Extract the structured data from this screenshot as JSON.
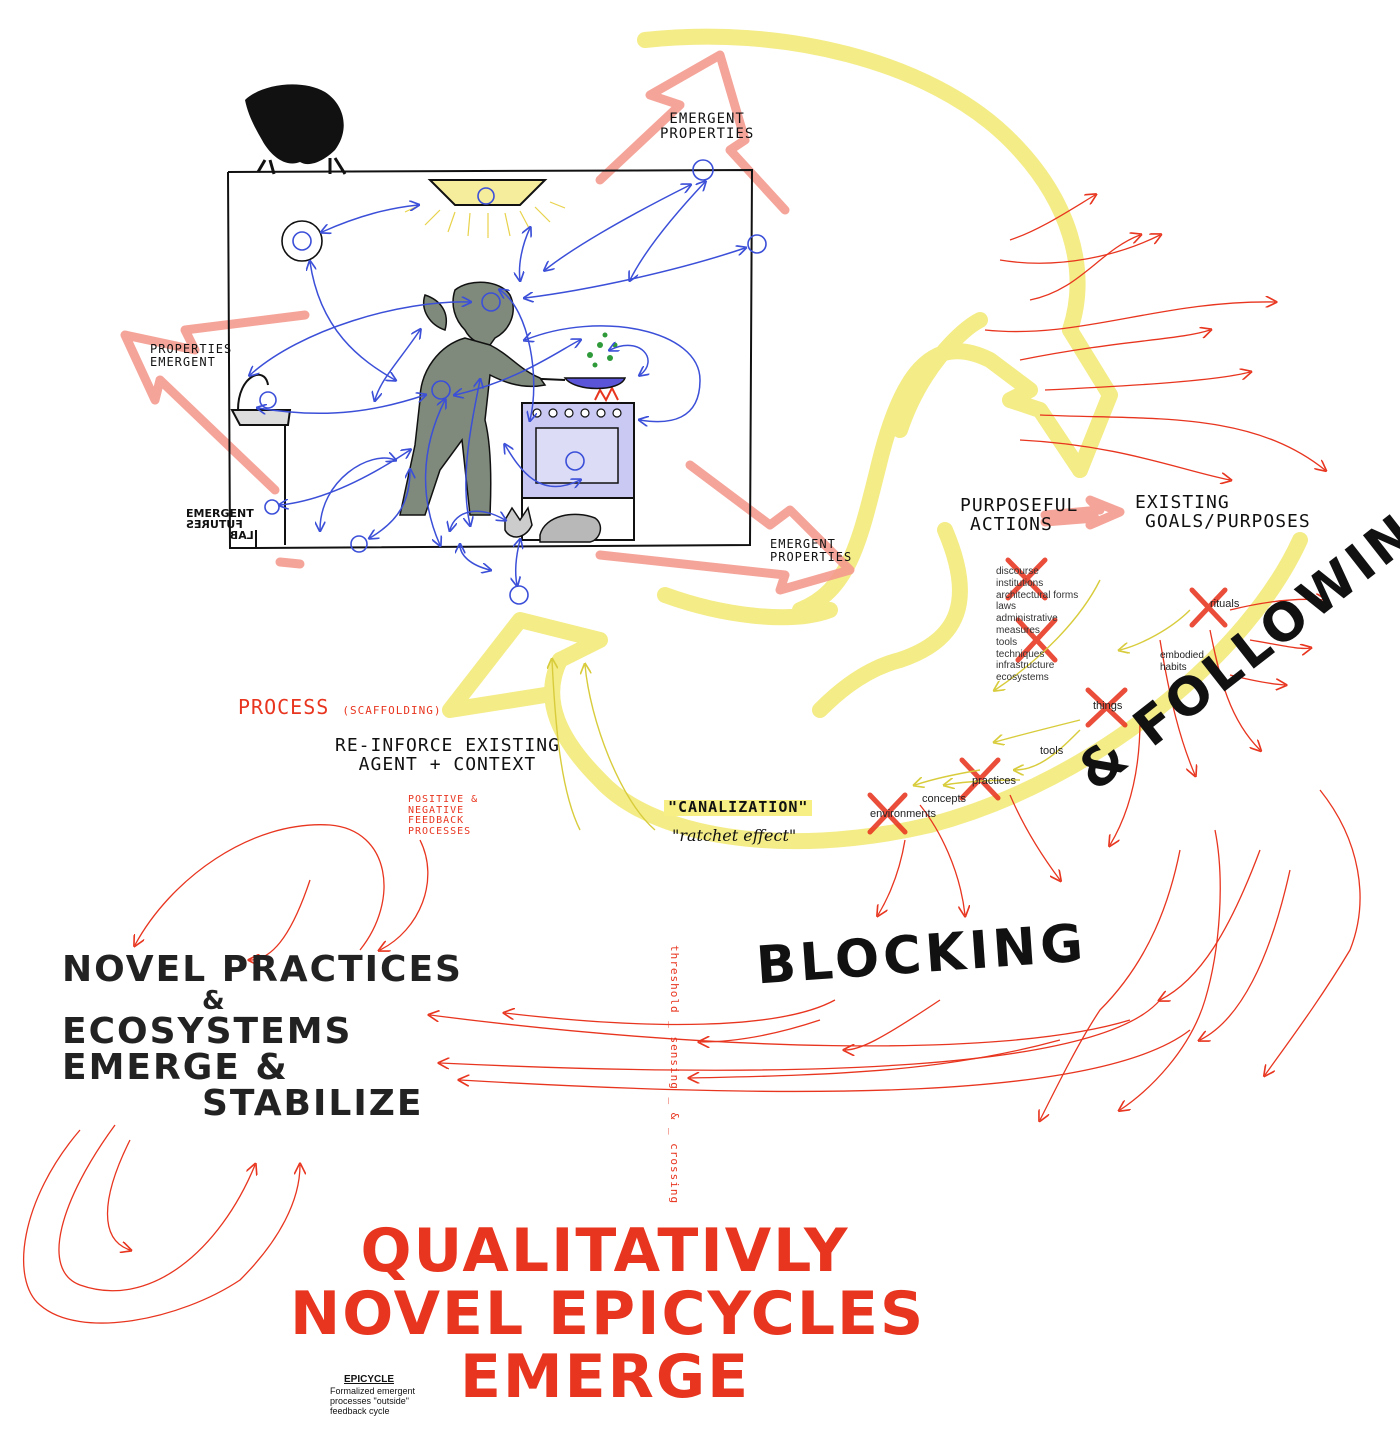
{
  "colors": {
    "blue": "#3b4fd8",
    "yellow": "#f3ea7a",
    "salmon": "#f49a8e",
    "red": "#e8351f",
    "black": "#111111",
    "figure": "#7f8a7c",
    "stove": "#c9c9f3"
  },
  "icons": [
    "crow-icon",
    "woman-cooking-figure",
    "stove-icon",
    "sink-faucet-icon",
    "ceiling-lamp-icon",
    "cat-icon",
    "feedback-loop-icon"
  ],
  "labels": {
    "emergent_properties_top_line1": "EMERGENT",
    "emergent_properties_top_line2": "PROPERTIES",
    "properties_emergent_left_line1": "PROPERTIES",
    "properties_emergent_left_line2": "EMERGENT",
    "lab_line1": "EMERGENT",
    "lab_line2": "FUTURES",
    "lab_line3": "LAB",
    "emergent_properties_bottom_line1": "EMERGENT",
    "emergent_properties_bottom_line2": "PROPERTIES",
    "purposeful_line1": "PURPOSEFUL",
    "purposeful_line2": "ACTIONS",
    "existing_line1": "EXISTING",
    "existing_line2": "GOALS/PURPOSES",
    "scaffold_items": [
      "discourse",
      "institutions",
      "architectural forms",
      "laws",
      "administrative measures",
      "tools",
      "techniques",
      "infrastructure",
      "ecosystems"
    ],
    "rituals": "rituals",
    "embodied_habits_line1": "embodied",
    "embodied_habits_line2": "habits",
    "things": "things",
    "tools": "tools",
    "practices": "practices",
    "concepts": "concepts",
    "environments": "environments",
    "process": "PROCESS",
    "scaffolding": "(SCAFFOLDING)",
    "reinforce_line1": "RE-INFORCE EXISTING",
    "reinforce_line2": "AGENT + CONTEXT",
    "feedback_line1": "POSITIVE &",
    "feedback_line2": "NEGATIVE",
    "feedback_line3": "FEEDBACK",
    "feedback_line4": "PROCESSES",
    "canalization": "\"CANALIZATION\"",
    "ratchet": "\"ratchet effect\"",
    "blocking": "BLOCKING",
    "following": "& FOLLOWING",
    "threshold": "threshold _ sensing _ & _ crossing",
    "novel_line1": "NOVEL PRACTICES",
    "novel_amp": "&",
    "novel_line2": "ECOSYSTEMS",
    "novel_line3": "EMERGE &",
    "novel_line4": "STABILIZE",
    "qual_line1": "QUALITATIVLY",
    "qual_line2": "NOVEL EPICYCLES",
    "qual_line3": "EMERGE",
    "epicycle_title": "EPICYCLE",
    "epicycle_line1": "Formalized emergent",
    "epicycle_line2": "processes \"outside\"",
    "epicycle_line3": "feedback cycle"
  }
}
